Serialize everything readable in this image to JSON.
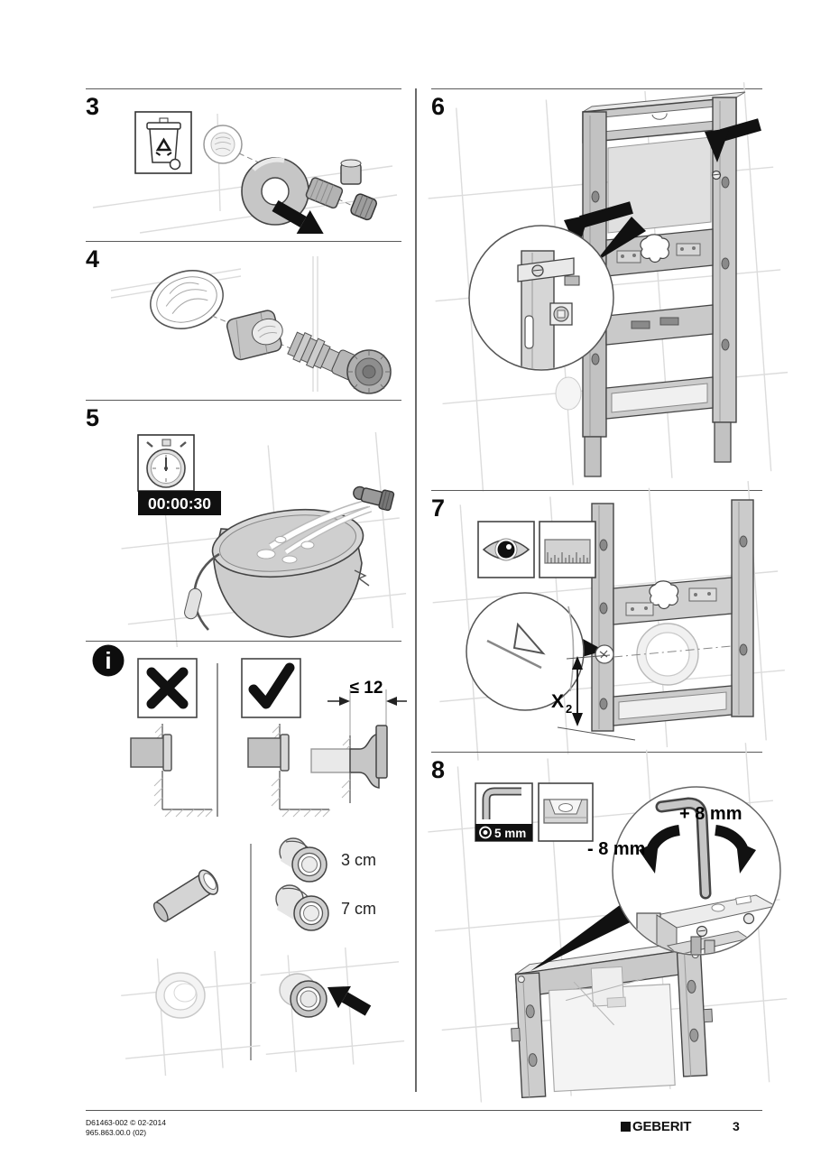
{
  "page": {
    "doc_code": "D61463-002 © 02-2014",
    "doc_version": "965.863.00.0 (02)",
    "brand": "GEBERIT",
    "page_number": "3"
  },
  "steps": {
    "s3": {
      "label": "3"
    },
    "s4": {
      "label": "4"
    },
    "s5": {
      "label": "5",
      "timer": "00:00:30"
    },
    "info": {
      "info_glyph": "i",
      "max_offset": "≤ 12",
      "offset_small": "3 cm",
      "offset_large": "7 cm"
    },
    "s6": {
      "label": "6"
    },
    "s7": {
      "label": "7",
      "dim_base": "X",
      "dim_sub": "2"
    },
    "s8": {
      "label": "8",
      "tool_size": "5 mm",
      "adjust_plus": "+ 8 mm",
      "adjust_minus": "- 8 mm"
    }
  }
}
